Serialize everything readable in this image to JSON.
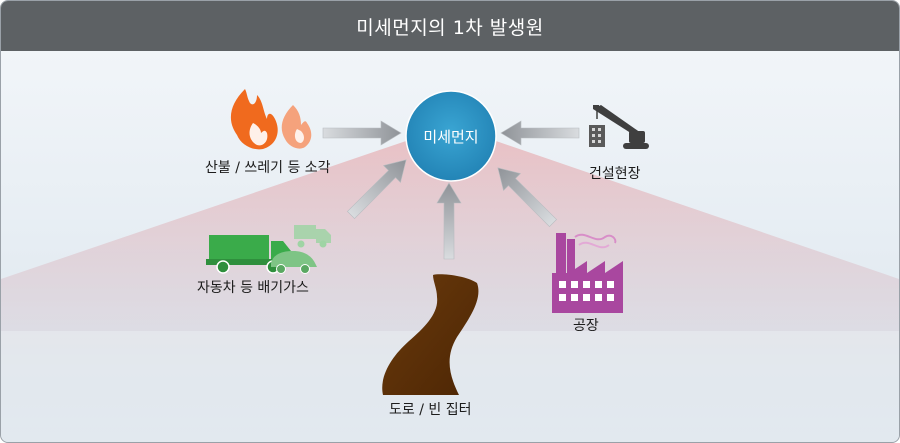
{
  "title": "미세먼지의 1차 발생원",
  "center": {
    "label": "미세먼지",
    "color": "#2a93c4"
  },
  "sources": [
    {
      "label": "산불 / 쓰레기 등 소각",
      "icon": "fire-icon"
    },
    {
      "label": "건설현장",
      "icon": "crane-icon"
    },
    {
      "label": "자동차 등 배기가스",
      "icon": "vehicles-icon"
    },
    {
      "label": "공장",
      "icon": "factory-icon"
    },
    {
      "label": "도로 / 빈 집터",
      "icon": "road-icon"
    }
  ]
}
